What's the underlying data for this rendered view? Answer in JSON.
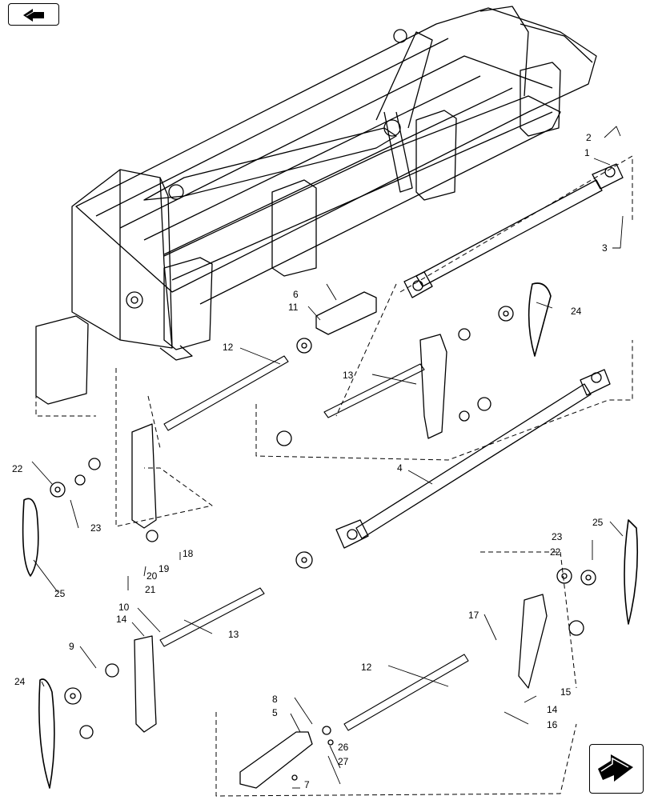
{
  "diagram": {
    "callouts": {
      "c1": "1",
      "c2": "2",
      "c3": "3",
      "c4": "4",
      "c5": "5",
      "c6": "6",
      "c7": "7",
      "c8": "8",
      "c9": "9",
      "c10": "10",
      "c11": "11",
      "c12a": "12",
      "c12b": "12",
      "c13a": "13",
      "c13b": "13",
      "c14a": "14",
      "c14b": "14",
      "c15": "15",
      "c16": "16",
      "c17": "17",
      "c18": "18",
      "c19": "19",
      "c20": "20",
      "c21": "21",
      "c22a": "22",
      "c22b": "22",
      "c23a": "23",
      "c23b": "23",
      "c24a": "24",
      "c24b": "24",
      "c25a": "25",
      "c25b": "25",
      "c26": "26",
      "c27": "27"
    }
  },
  "navigation": {
    "prev_icon": "back-arrow-icon",
    "next_icon": "forward-arrow-icon"
  }
}
